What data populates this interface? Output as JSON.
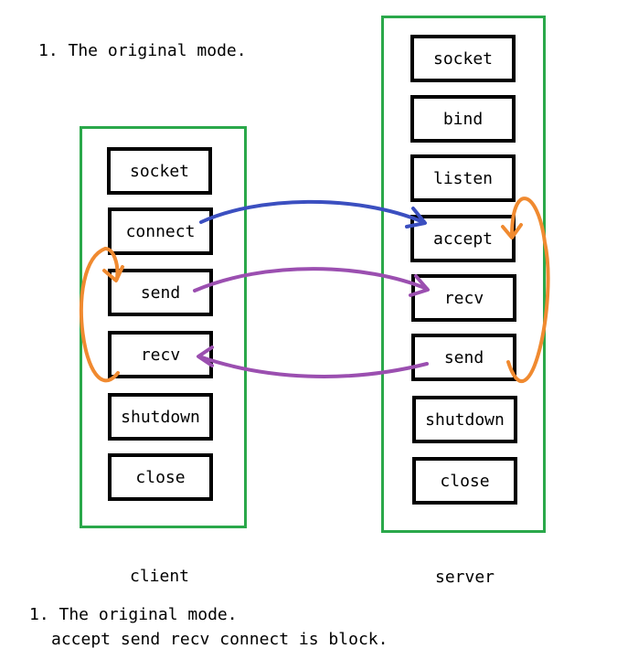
{
  "top_heading": "1. The original mode.",
  "client": {
    "label": "client",
    "steps": [
      "socket",
      "connect",
      "send",
      "recv",
      "shutdown",
      "close"
    ]
  },
  "server": {
    "label": "server",
    "steps": [
      "socket",
      "bind",
      "listen",
      "accept",
      "recv",
      "send",
      "shutdown",
      "close"
    ]
  },
  "footer": {
    "line1": "1. The original mode.",
    "line2": "accept send recv connect is block."
  },
  "colors": {
    "group_border": "#2aa84a",
    "connect_arrow": "#3b4fc0",
    "data_arrow": "#9b4fb0",
    "block_loop": "#f08a30"
  }
}
